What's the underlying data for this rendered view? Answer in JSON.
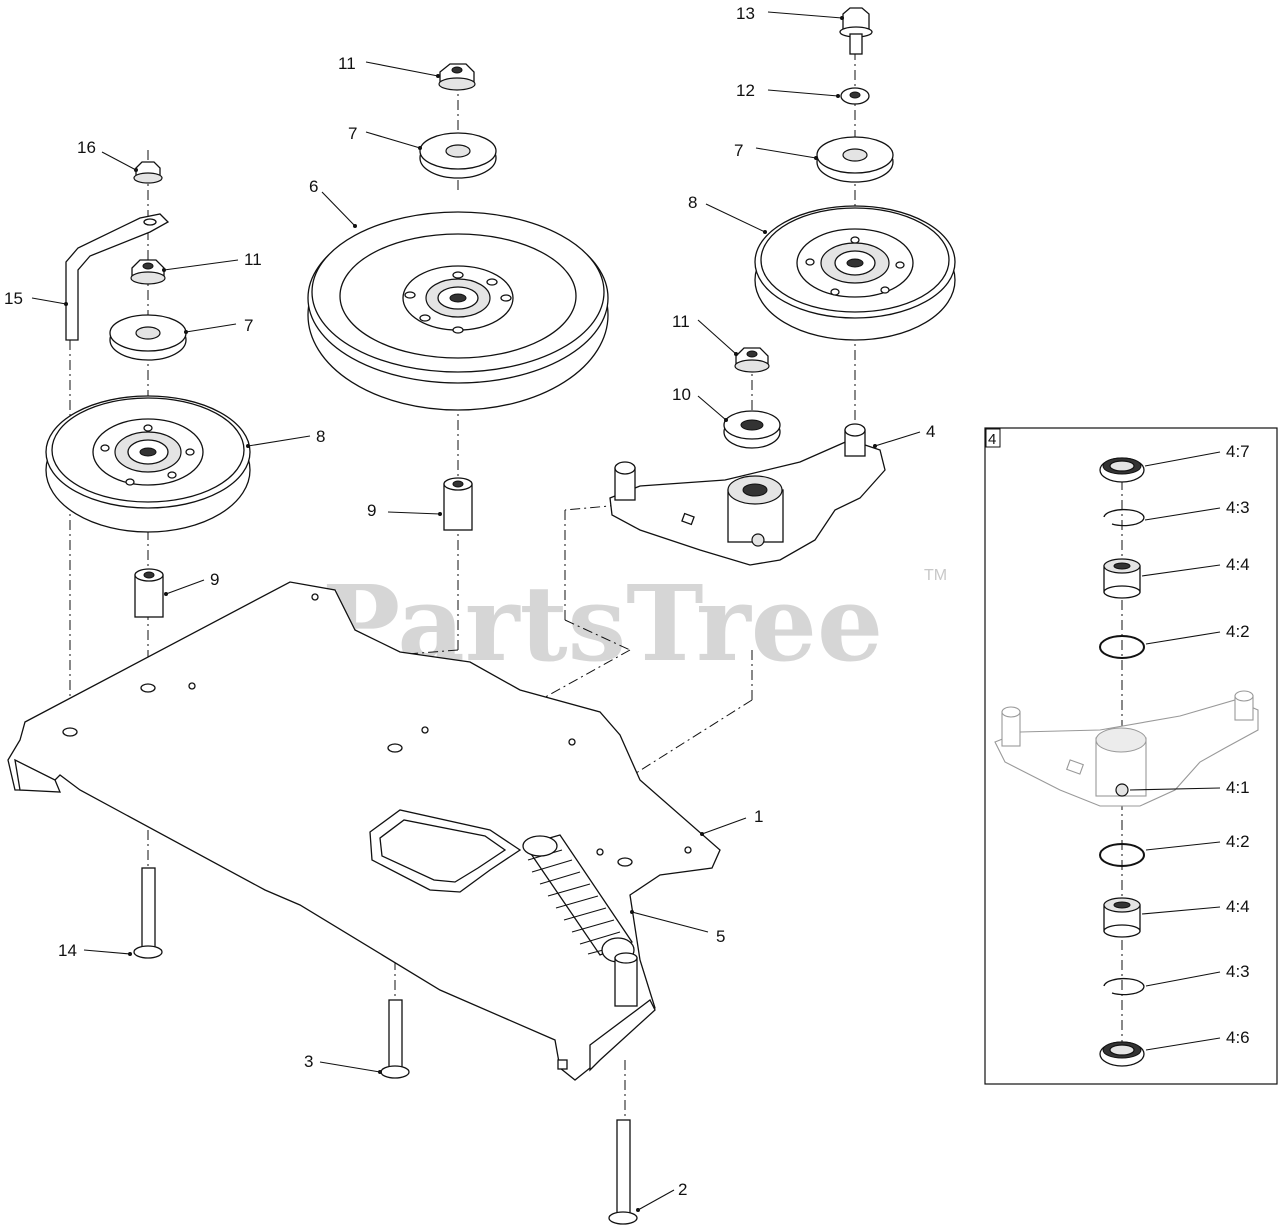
{
  "watermark": {
    "text": "PartsTree",
    "trademark": "TM"
  },
  "inset": {
    "label": "4"
  },
  "callouts": {
    "c13": "13",
    "c12": "12",
    "c7_right": "7",
    "c8_right": "8",
    "c11_top": "11",
    "c7_mid": "7",
    "c6": "6",
    "c16": "16",
    "c11_left": "11",
    "c15": "15",
    "c7_left": "7",
    "c8_left": "8",
    "c11_mid": "11",
    "c10": "10",
    "c4": "4",
    "c9_mid": "9",
    "c9_left": "9",
    "c1": "1",
    "c5": "5",
    "c14": "14",
    "c3": "3",
    "c2": "2"
  },
  "inset_callouts": {
    "i47": "4:7",
    "i43a": "4:3",
    "i44a": "4:4",
    "i42a": "4:2",
    "i41": "4:1",
    "i42b": "4:2",
    "i44b": "4:4",
    "i43b": "4:3",
    "i46": "4:6"
  }
}
